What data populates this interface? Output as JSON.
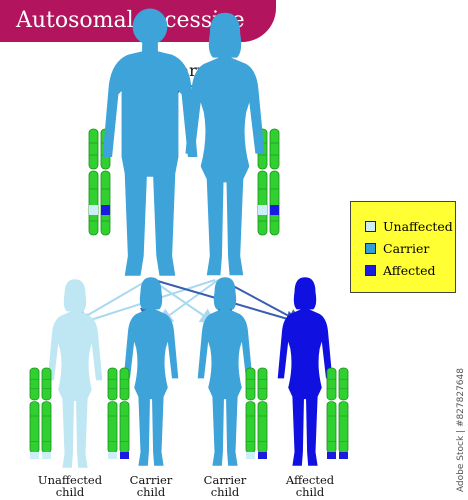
{
  "title": "Autosomal recessive",
  "parents_label": "Carrier\nparent",
  "legend": {
    "items": [
      {
        "label": "Unaffected",
        "color": "#cdeef7"
      },
      {
        "label": "Carrier",
        "color": "#2e9fd8"
      },
      {
        "label": "Affected",
        "color": "#1a1ae0"
      }
    ]
  },
  "children": [
    {
      "label": "Unaffected\nchild",
      "status": "unaffected"
    },
    {
      "label": "Carrier\nchild",
      "status": "carrier"
    },
    {
      "label": "Carrier\nchild",
      "status": "carrier"
    },
    {
      "label": "Affected\nchild",
      "status": "affected"
    }
  ],
  "colors": {
    "banner": "#b3145e",
    "carrier_body": "#3ea3d9",
    "unaffected_body": "#bfe6f3",
    "affected_body": "#1010e0",
    "chromosome": "#2fd02f",
    "arrow_light": "#a9d9f0",
    "arrow_dark": "#3a5fb0",
    "legend_bg": "#ffff33"
  },
  "watermark": "Adobe Stock | #827827648"
}
